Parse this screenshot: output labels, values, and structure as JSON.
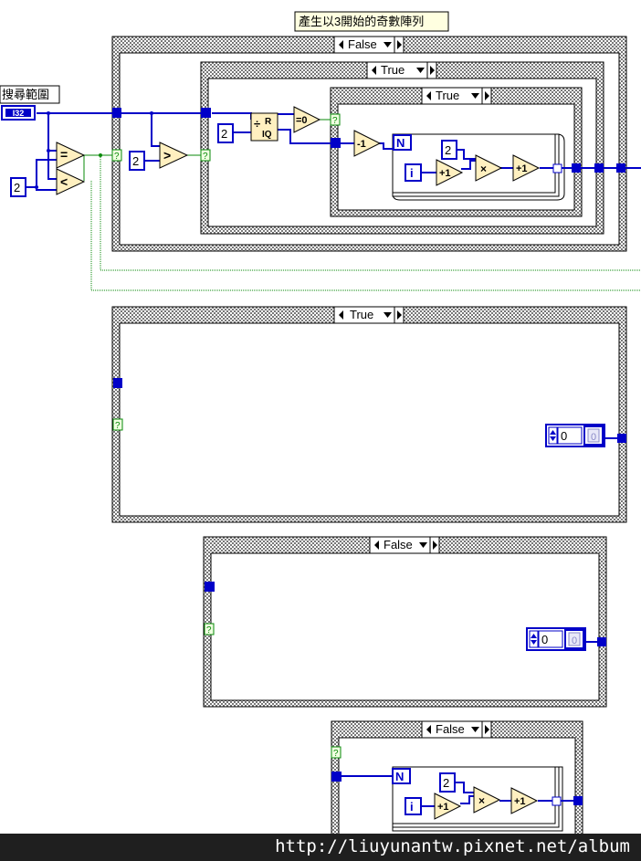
{
  "comment_label": "產生以3開始的奇數陣列",
  "control_label": "搜尋範圍",
  "control_type": "I32",
  "selectors": {
    "outer_false": "False",
    "mid_true": "True",
    "inner_true": "True",
    "case2_true": "True",
    "case3_false": "False",
    "case4_false": "False"
  },
  "constants": {
    "two": "2",
    "zero": "0"
  },
  "nodes": {
    "equal": "=",
    "less": "<",
    "greater": ">",
    "eq_zero": "=0",
    "minus_one": "-1",
    "plus_one": "+1",
    "times": "×",
    "quotient_r": "R",
    "quotient_iq": "IQ",
    "loop_count": "N",
    "loop_index": "i",
    "bool_tunnel": "?"
  },
  "watermark": "http://liuyunantw.pixnet.net/album",
  "colors": {
    "wire_int": "#0000c8",
    "wire_bool": "#0a8a0a",
    "node_fill": "#fff0c0"
  }
}
